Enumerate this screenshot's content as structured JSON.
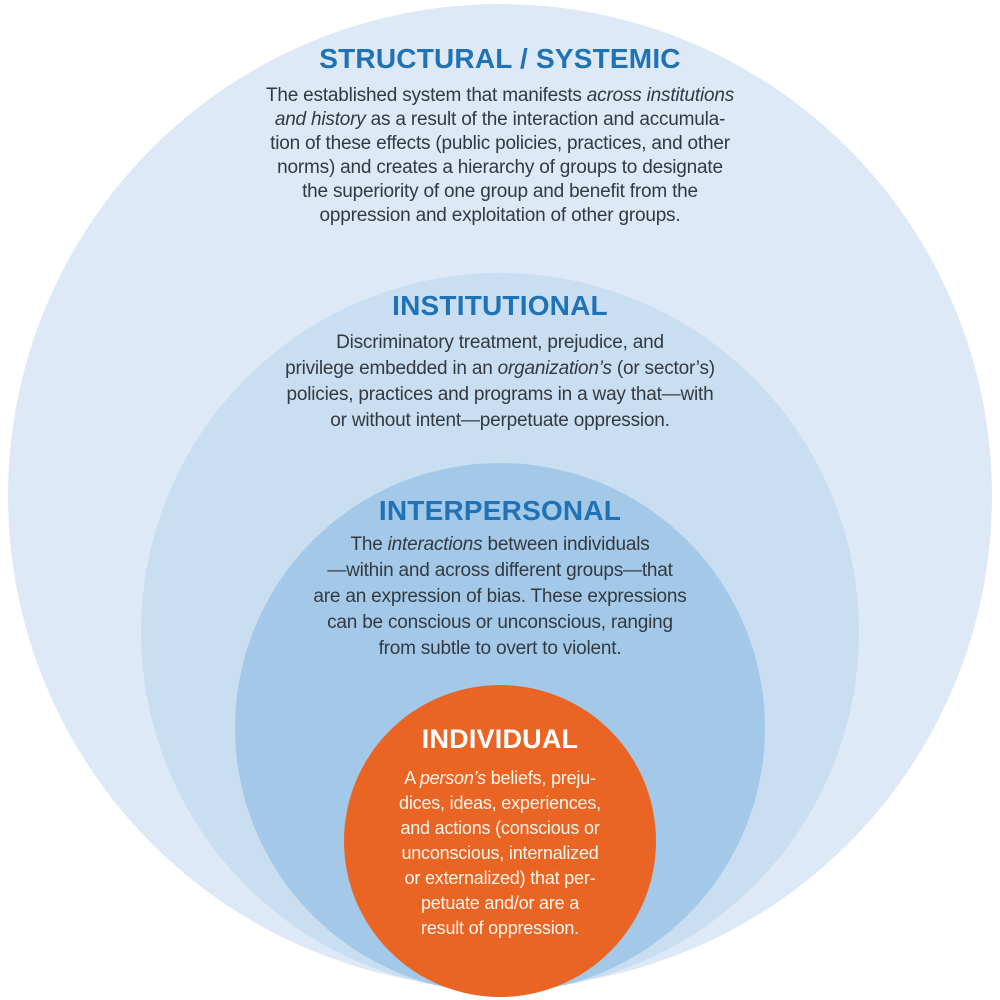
{
  "page": {
    "background_color": "#ffffff"
  },
  "diagram": {
    "description": "Nested circles diagram of four levels",
    "levels": [
      {
        "id": "structural-systemic",
        "title": "STRUCTURAL / SYSTEMIC",
        "body_lines": [
          "The established system that manifests *across institutions*",
          "*and history* as a result of the interaction and accumula-",
          "tion of these effects (public policies, practices, and other",
          "norms) and creates a hierarchy of groups to designate",
          "the superiority of one group and benefit from the",
          "oppression and exploitation of other groups."
        ],
        "circle_color": "#dde9f6",
        "title_color": "#1f72b6",
        "body_color": "#333940"
      },
      {
        "id": "institutional",
        "title": "INSTITUTIONAL",
        "body_lines": [
          "Discriminatory treatment, prejudice, and",
          "privilege embedded in an *organization’s* (or sector’s)",
          "policies, practices and programs in a way that—with",
          "or without intent—perpetuate oppression."
        ],
        "circle_color": "#c9def1",
        "title_color": "#1f72b6",
        "body_color": "#333940"
      },
      {
        "id": "interpersonal",
        "title": "INTERPERSONAL",
        "body_lines": [
          "The *interactions* between individuals",
          "—within and across different groups—that",
          "are an expression of bias. These expressions",
          "can be conscious or unconscious, ranging",
          "from subtle to overt to violent."
        ],
        "circle_color": "#a4c9e8",
        "title_color": "#1f72b6",
        "body_color": "#333940"
      },
      {
        "id": "individual",
        "title": "INDIVIDUAL",
        "body_lines": [
          "A *person’s* beliefs, preju-",
          "dices, ideas, experiences,",
          "and actions (conscious or",
          "unconscious, internalized",
          "or externalized) that per-",
          "petuate and/or are a",
          "result of oppression."
        ],
        "circle_color": "#ea6524",
        "title_color": "#ffffff",
        "body_color": "#fdf4ec"
      }
    ]
  }
}
